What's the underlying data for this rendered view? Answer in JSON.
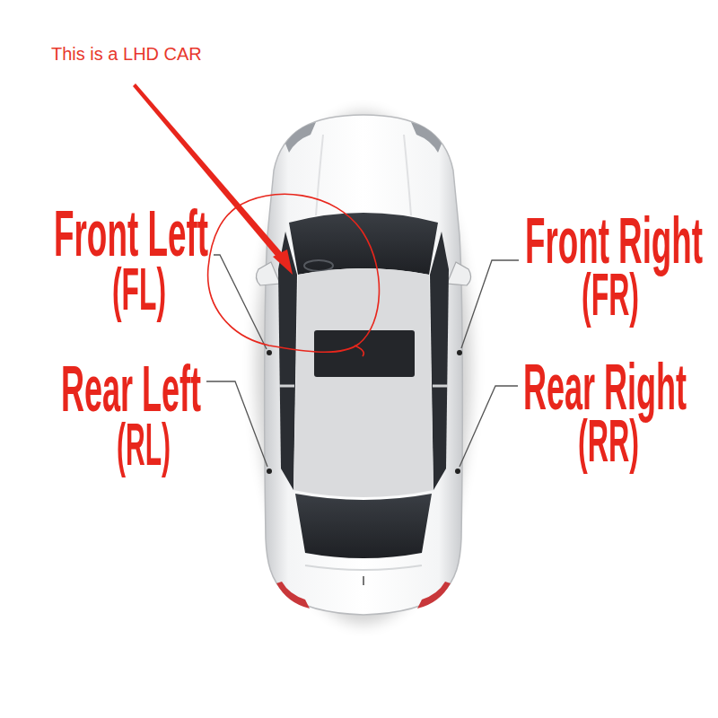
{
  "diagram": {
    "labels": [
      "This is a LHD CAR",
      "Front Left",
      "(FL)",
      "Front Right",
      "(FR)",
      "Rear Left",
      "(RL)",
      "Rear Right",
      "(RR)"
    ]
  }
}
